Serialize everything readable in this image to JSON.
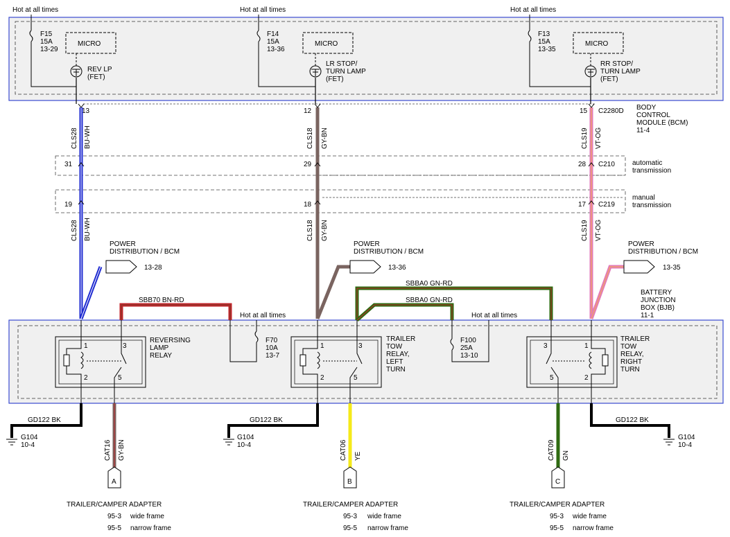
{
  "hot": "Hot at all times",
  "micro": "MICRO",
  "fuses_top": [
    {
      "id": "F15",
      "amp": "15A",
      "ref": "13-29"
    },
    {
      "id": "F14",
      "amp": "15A",
      "ref": "13-36"
    },
    {
      "id": "F13",
      "amp": "15A",
      "ref": "13-35"
    }
  ],
  "fets": [
    [
      "REV LP",
      "(FET)"
    ],
    [
      "LR STOP/",
      "TURN LAMP",
      "(FET)"
    ],
    [
      "RR STOP/",
      "TURN LAMP",
      "(FET)"
    ]
  ],
  "bcm": {
    "connector": "C2280D",
    "name": [
      "BODY",
      "CONTROL",
      "MODULE (BCM)",
      "11-4"
    ]
  },
  "pins": {
    "bcm": [
      "13",
      "12",
      "15"
    ],
    "c210": [
      "31",
      "29",
      "28"
    ],
    "c219": [
      "19",
      "18",
      "17"
    ]
  },
  "c210": {
    "id": "C210",
    "desc": [
      "automatic",
      "transmission"
    ]
  },
  "c219": {
    "id": "C219",
    "desc": [
      "manual",
      "transmission"
    ]
  },
  "circuits_upper": [
    {
      "id": "CLS28",
      "color": "BU-WH"
    },
    {
      "id": "CLS18",
      "color": "GY-BN"
    },
    {
      "id": "CLS19",
      "color": "VT-OG"
    }
  ],
  "power_dist": {
    "label": [
      "POWER",
      "DISTRIBUTION / BCM"
    ],
    "refs": [
      "13-28",
      "13-36",
      "13-35"
    ]
  },
  "sbb70": "SBB70   BN-RD",
  "sbba0": "SBBA0   GN-RD",
  "bjb": [
    "BATTERY",
    "JUNCTION",
    "BOX (BJB)",
    "11-1"
  ],
  "fuse_f70": {
    "id": "F70",
    "amp": "10A",
    "ref": "13-7"
  },
  "fuse_f100": {
    "id": "F100",
    "amp": "25A",
    "ref": "13-10"
  },
  "relays": [
    {
      "name": [
        "REVERSING",
        "LAMP",
        "RELAY"
      ],
      "pins": [
        "1",
        "3",
        "2",
        "5"
      ]
    },
    {
      "name": [
        "TRAILER",
        "TOW",
        "RELAY,",
        "LEFT",
        "TURN"
      ],
      "pins": [
        "1",
        "3",
        "2",
        "5"
      ]
    },
    {
      "name": [
        "TRAILER",
        "TOW",
        "RELAY,",
        "RIGHT",
        "TURN"
      ],
      "pins": [
        "3",
        "1",
        "5",
        "2"
      ]
    }
  ],
  "ground": {
    "circuit": "GD122   BK",
    "g": "G104",
    "ref": "10-4"
  },
  "outputs": [
    {
      "id": "CAT16",
      "color": "GY-BN",
      "letter": "A"
    },
    {
      "id": "CAT06",
      "color": "YE",
      "letter": "B"
    },
    {
      "id": "CAT09",
      "color": "GN",
      "letter": "C"
    }
  ],
  "adapter": {
    "title": "TRAILER/CAMPER ADAPTER",
    "rows": [
      [
        "95-3",
        "wide frame"
      ],
      [
        "95-5",
        "narrow frame"
      ]
    ]
  },
  "colors": {
    "blue": "#1f2bd1",
    "brown": "#7a6460",
    "pink": "#e27ab8",
    "red": "#c0262b",
    "green": "#2f6b12",
    "yellow": "#f5ea1a",
    "black": "#000000",
    "box_fill": "#f0f0f0",
    "box_border": "#3a4ad0"
  }
}
